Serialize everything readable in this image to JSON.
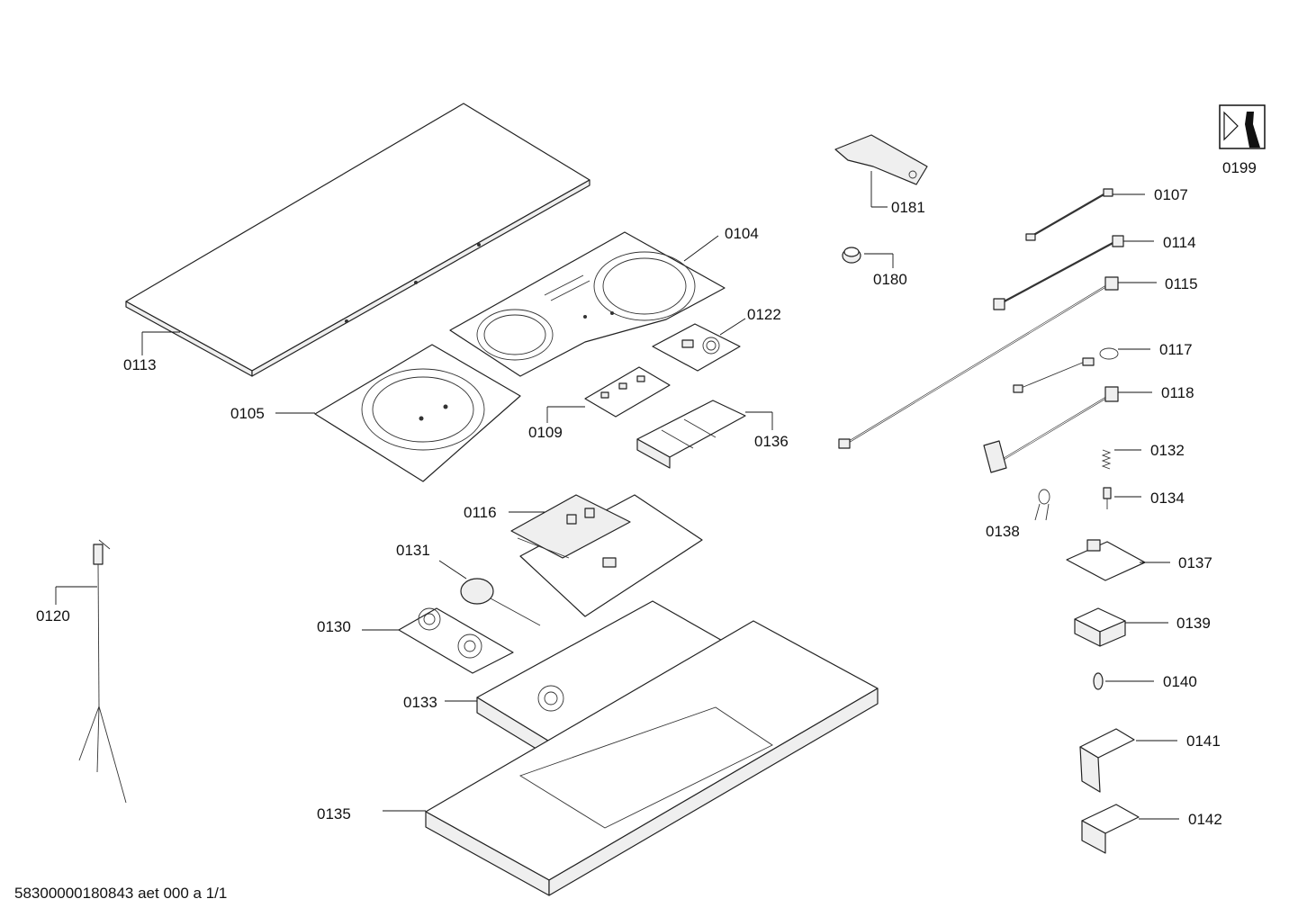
{
  "labels": {
    "p0113": "0113",
    "p0104": "0104",
    "p0105": "0105",
    "p0122": "0122",
    "p0109": "0109",
    "p0136": "0136",
    "p0116": "0116",
    "p0131": "0131",
    "p0130": "0130",
    "p0133": "0133",
    "p0135": "0135",
    "p0120": "0120",
    "p0181": "0181",
    "p0180": "0180",
    "p0107": "0107",
    "p0114": "0114",
    "p0115": "0115",
    "p0117": "0117",
    "p0118": "0118",
    "p0132": "0132",
    "p0134": "0134",
    "p0138": "0138",
    "p0137": "0137",
    "p0139": "0139",
    "p0140": "0140",
    "p0141": "0141",
    "p0142": "0142",
    "p0199": "0199"
  },
  "footer": {
    "doc_id": "58300000180843 aet 000 a 1/1"
  },
  "icons": {
    "service": "wrench-service-icon"
  }
}
